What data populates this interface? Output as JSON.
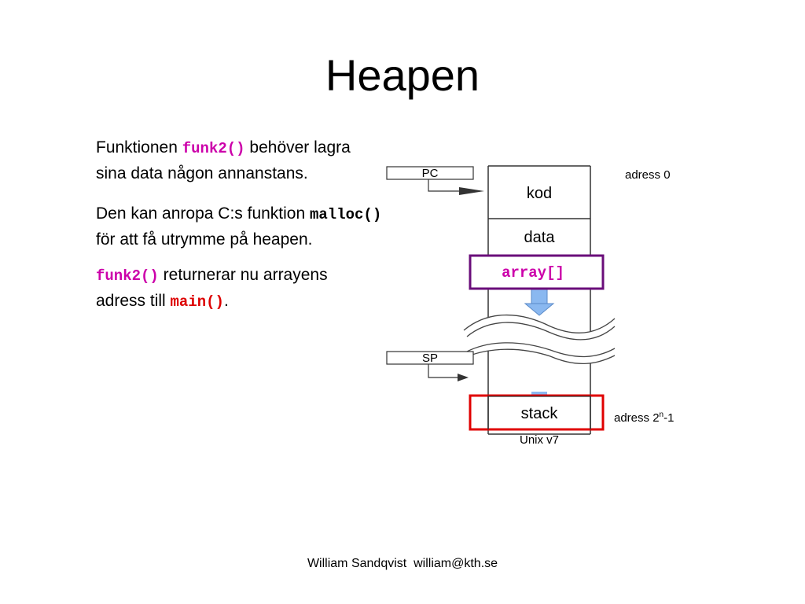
{
  "title": "Heapen",
  "paragraphs": {
    "p1": {
      "pre": "Funktionen ",
      "code": "funk2()",
      "post": " behöver lagra",
      "line2": "sina data någon annanstans."
    },
    "p2": {
      "pre": "Den kan anropa C:s funktion ",
      "code": "malloc()",
      "line2": "för att få utrymme på heapen."
    },
    "p3": {
      "code1": "funk2()",
      "mid": " returnerar nu arrayens",
      "line2_pre": "adress till ",
      "code2": "main()",
      "line2_post": "."
    }
  },
  "diagram": {
    "pc_label": "PC",
    "sp_label": "SP",
    "segments": {
      "kod": "kod",
      "data": "data",
      "array": "array[]",
      "stack": "stack"
    },
    "address_top": "adress 0",
    "address_bottom_prefix": "adress 2",
    "address_bottom_sup": "n",
    "address_bottom_suffix": "-1",
    "caption": "Unix v7",
    "colors": {
      "code_magenta": "#cc00aa",
      "code_red": "#dd0000",
      "highlight_purple": "#6a0d7a",
      "highlight_red": "#e00000",
      "arrow_blue": "#8ab8f0"
    }
  },
  "footer": {
    "author": "William Sandqvist",
    "email": "william@kth.se"
  }
}
